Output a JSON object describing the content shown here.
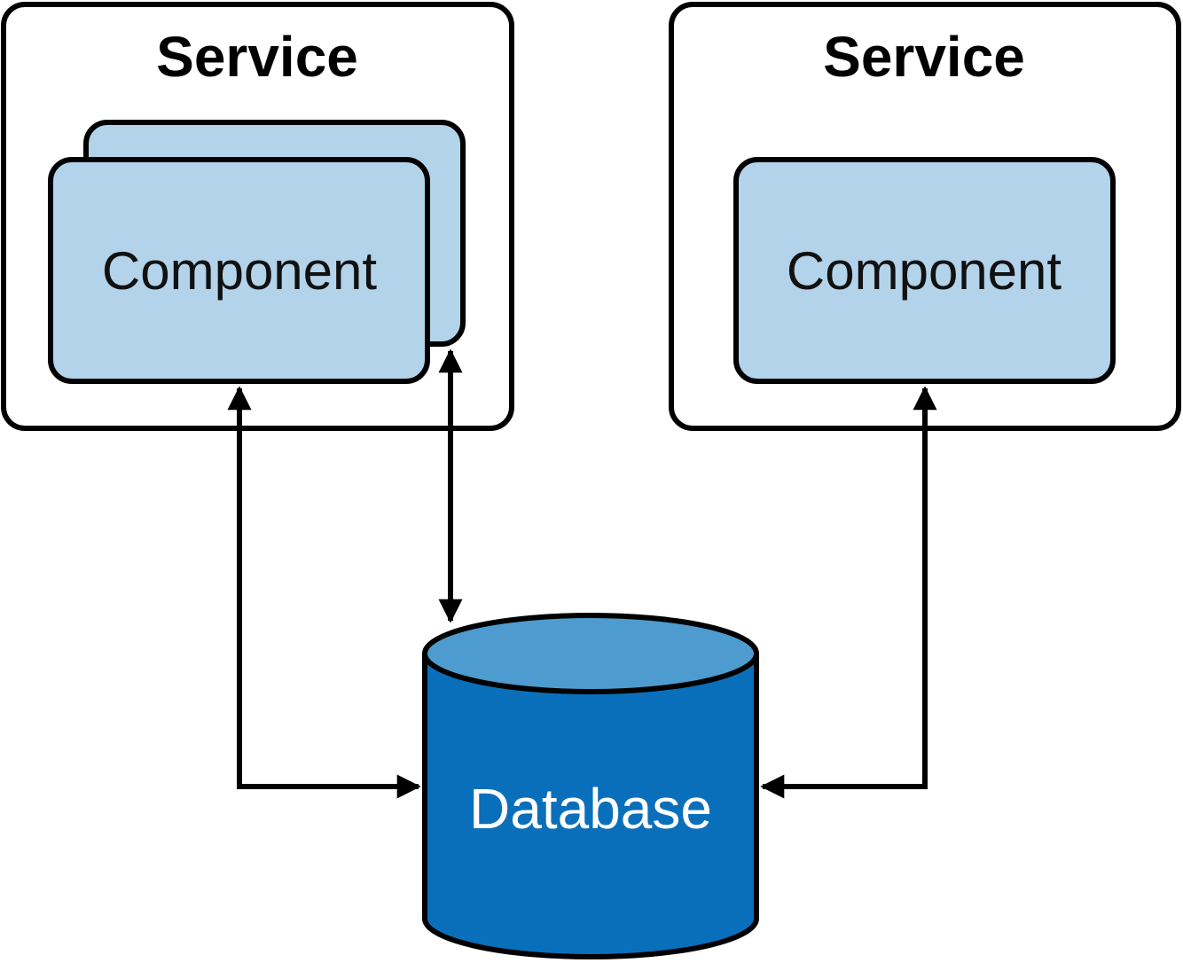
{
  "colors": {
    "outline": "#000000",
    "service_fill": "#ffffff",
    "component_fill": "#b3d3ea",
    "database_body": "#0a6fba",
    "database_top": "#4e9ccf",
    "database_text": "#ffffff"
  },
  "services": [
    {
      "title": "Service",
      "components": [
        {
          "label": "Component",
          "stacked": true
        }
      ]
    },
    {
      "title": "Service",
      "components": [
        {
          "label": "Component",
          "stacked": false
        }
      ]
    }
  ],
  "database": {
    "label": "Database"
  },
  "connections": [
    {
      "from": "left-service-component",
      "to": "database",
      "direction": "bidirectional"
    },
    {
      "from": "left-service-component-stacked-copy",
      "to": "database",
      "direction": "bidirectional"
    },
    {
      "from": "right-service-component",
      "to": "database",
      "direction": "bidirectional"
    }
  ]
}
